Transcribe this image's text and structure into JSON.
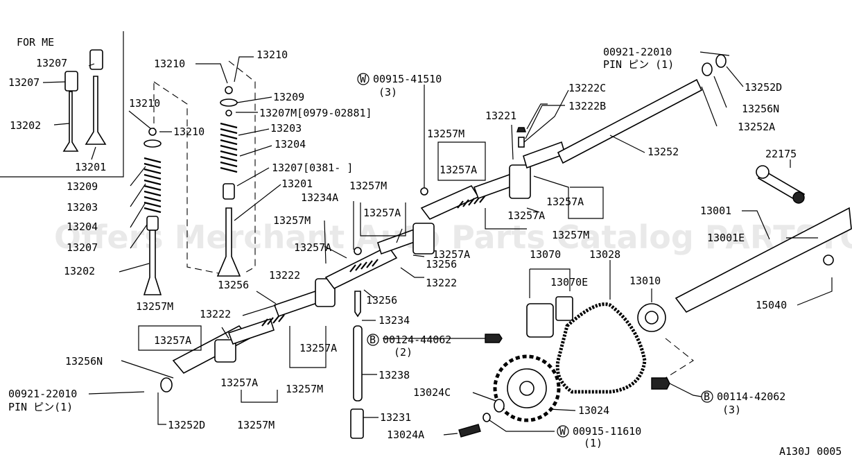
{
  "diagram": {
    "inset_title": "FOR ME",
    "watermark": "Offers Merchant Auto Parts Catalog PARTSTORE.SA",
    "figure_code": "A130J 0005",
    "labels": {
      "l13207_top": "13207",
      "l13207_b": "13207",
      "l13202_inset": "13202",
      "l13201_inset": "13201",
      "l13210_a": "13210",
      "l13210_b": "13210",
      "l13210_c": "13210",
      "l13210_d": "13210",
      "l13209_a": "13209",
      "l13207M": "13207M[0979-02881]",
      "l13203_a": "13203",
      "l13204_a": "13204",
      "l13207_0381": "13207[0381-      ]",
      "l13201": "13201",
      "l13209_b": "13209",
      "l13203_b": "13203",
      "l13204_b": "13204",
      "l13207_c": "13207",
      "l13202": "13202",
      "l13257M_a": "13257M",
      "l13257A_a": "13257A",
      "l13256N_a": "13256N",
      "l00921_a": "00921-22010",
      "lPIN_a": "PIN ピン(1)",
      "l13252D_a": "13252D",
      "l13257M_b": "13257M",
      "l13257A_b": "13257A",
      "l13222_a": "13222",
      "l13256_a": "13256",
      "l13222_b": "13222",
      "l13257A_c": "13257A",
      "l13257M_c": "13257M",
      "l13257M_d": "13257M",
      "l13257A_d": "13257A",
      "l13234A": "13234A",
      "l13257M_e": "13257M",
      "l13257A_e": "13257A",
      "l13257A_f": "13257A",
      "l13256_b": "13256",
      "l13234": "13234",
      "l13222_c": "13222",
      "l13256_c": "13256",
      "l00124": "00124-44062",
      "l00124_q": "(2)",
      "l13238": "13238",
      "l13231": "13231",
      "l00915_41510": "00915-41510",
      "l00915_41510_q": "(3)",
      "l13257M_f": "13257M",
      "l13257A_g": "13257A",
      "l13257A_h": "13257A",
      "l13257A_i": "13257A",
      "l13257M_g": "13257M",
      "l13221": "13221",
      "l13222C": "13222C",
      "l13222B": "13222B",
      "l00921_b": "00921-22010",
      "lPIN_b": "PIN ピン (1)",
      "l13252D_b": "13252D",
      "l13256N_b": "13256N",
      "l13252A": "13252A",
      "l13252": "13252",
      "l22175": "22175",
      "l13001": "13001",
      "l13001E": "13001E",
      "l13070": "13070",
      "l13070E": "13070E",
      "l13028": "13028",
      "l13010": "13010",
      "l15040": "15040",
      "l13024C": "13024C",
      "l13024": "13024",
      "l13024A": "13024A",
      "l00915_11610": "00915-11610",
      "l00915_11610_q": "(1)",
      "l00114": "00114-42062",
      "l00114_q": "(3)"
    },
    "markers": {
      "w_top": "W",
      "b_mid": "B",
      "w_bottom": "W",
      "b_right": "B"
    }
  }
}
